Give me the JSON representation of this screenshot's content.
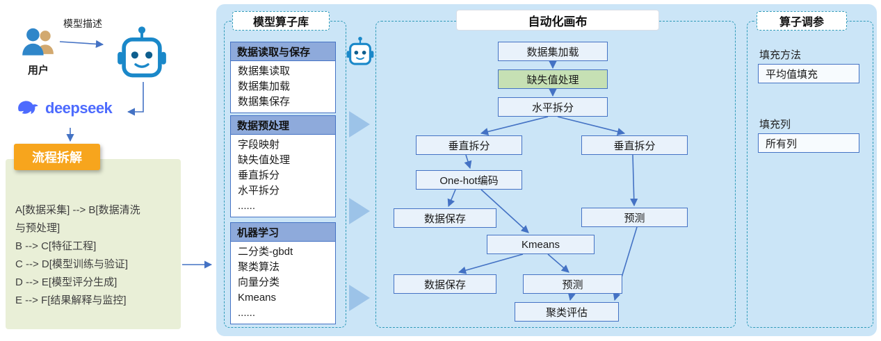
{
  "left_panel": {
    "user_label": "用户",
    "model_desc_label": "模型描述",
    "deepseek_label": "deepseek",
    "process_box_label": "流程拆解",
    "flow_lines": [
      "A[数据采集] --> B[数据清洗",
      "与预处理]",
      "B --> C[特征工程]",
      "C --> D[模型训练与验证]",
      "D --> E[模型评分生成]",
      "E --> F[结果解释与监控]"
    ]
  },
  "operator_library": {
    "title": "模型算子库",
    "groups": [
      {
        "header": "数据读取与保存",
        "items": [
          "数据集读取",
          "数据集加载",
          "数据集保存"
        ]
      },
      {
        "header": "数据预处理",
        "items": [
          "字段映射",
          "缺失值处理",
          "垂直拆分",
          "水平拆分",
          "......"
        ]
      },
      {
        "header": "机器学习",
        "items": [
          "二分类-gbdt",
          "聚类算法",
          "向量分类",
          "Kmeans",
          "......"
        ]
      }
    ]
  },
  "canvas": {
    "title": "自动化画布",
    "nodes": [
      {
        "label": "数据集加载"
      },
      {
        "label": "缺失值处理",
        "highlight": true
      },
      {
        "label": "水平拆分"
      },
      {
        "label": "垂直拆分"
      },
      {
        "label": "垂直拆分"
      },
      {
        "label": "One-hot编码"
      },
      {
        "label": "数据保存"
      },
      {
        "label": "预测"
      },
      {
        "label": "Kmeans"
      },
      {
        "label": "数据保存"
      },
      {
        "label": "预测"
      },
      {
        "label": "聚类评估"
      }
    ]
  },
  "tuning": {
    "title": "算子调参",
    "fields": [
      {
        "label": "填充方法",
        "value": "平均值填充"
      },
      {
        "label": "填充列",
        "value": "所有列"
      }
    ]
  },
  "icons": {
    "user": "user-icon",
    "robot": "robot-icon",
    "deepseek_whale": "deepseek-whale-icon",
    "block_arrow": "block-arrow-icon"
  },
  "colors": {
    "panel_bg": "#cbe5f7",
    "dashed_border": "#2e9ab8",
    "node_border": "#4472c4",
    "node_bg": "#e9f2fb",
    "highlight_node_bg": "#c6e0b4",
    "group_header_bg": "#8eaadb",
    "arrow": "#4472c4",
    "block_arrow": "#9cc3e8",
    "process_box_bg": "#f7a51d",
    "flow_box_bg": "#e9efd7",
    "deepseek_blue": "#4d6bfe",
    "robot_blue": "#1a88c9"
  }
}
